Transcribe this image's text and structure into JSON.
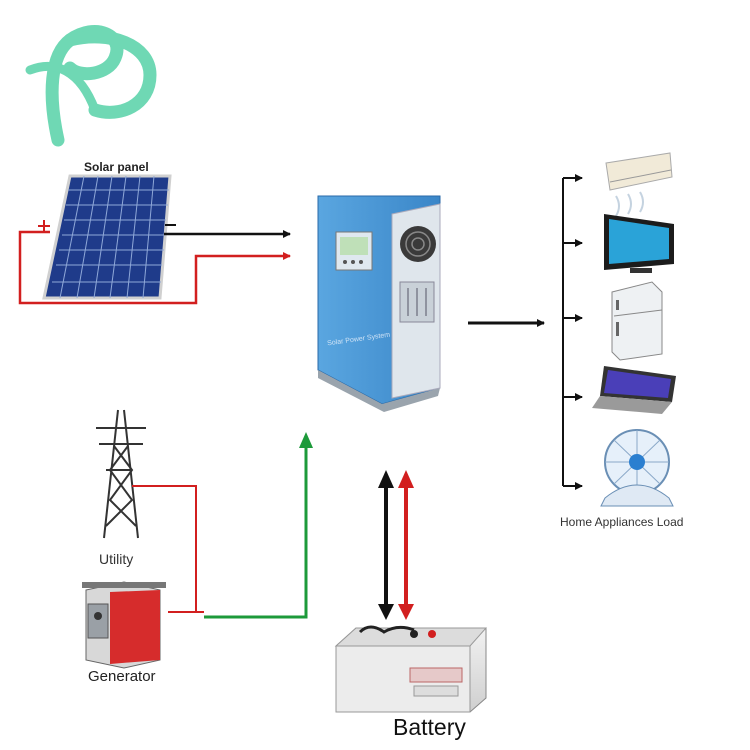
{
  "labels": {
    "solar_panel": "Solar panel",
    "utility": "Utility",
    "generator": "Generator",
    "battery": "Battery",
    "home_appliances": "Home Appliances Load"
  },
  "inverter": {
    "panel_text": "Solar Power System"
  },
  "icons": [
    "logo-icon",
    "solar-panel-icon",
    "inverter-icon",
    "utility-tower-icon",
    "generator-icon",
    "battery-icon",
    "air-conditioner-icon",
    "tv-icon",
    "refrigerator-icon",
    "laptop-icon",
    "fan-icon"
  ],
  "colors": {
    "logo": "#6fd8b4",
    "dc_positive": "#d21f1f",
    "dc_negative": "#111111",
    "ac_line": "#1d9a3a",
    "inverter_blue": "#3f8fd0"
  }
}
